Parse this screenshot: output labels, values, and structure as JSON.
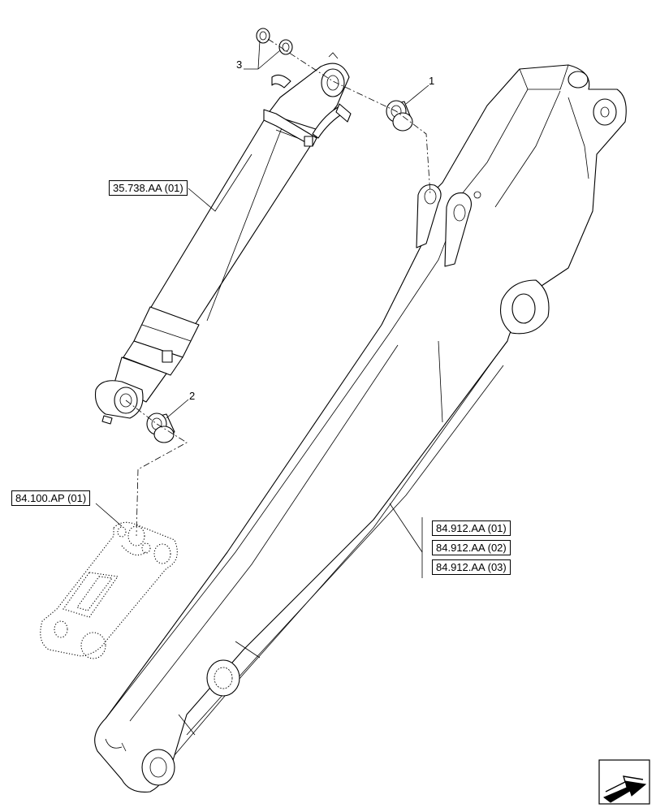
{
  "callouts": {
    "item1": "1",
    "item2": "2",
    "item3": "3"
  },
  "references": {
    "cylinder": "35.738.AA (01)",
    "linkage": "84.100.AP (01)",
    "boom_1": "84.912.AA (01)",
    "boom_2": "84.912.AA (02)",
    "boom_3": "84.912.AA (03)"
  },
  "icons": {
    "navigation": "arrow-icon"
  }
}
